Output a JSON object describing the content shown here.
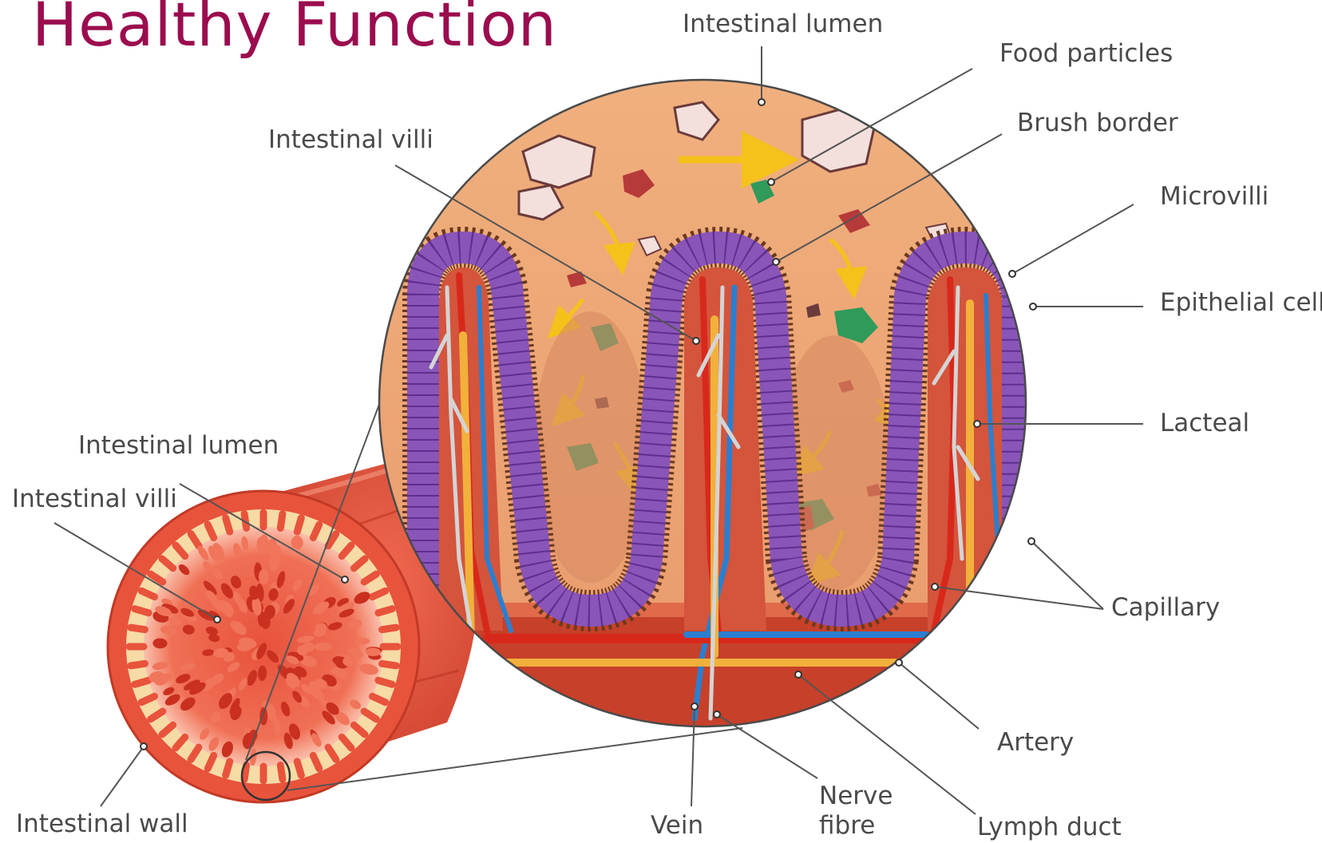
{
  "title": "Healthy Function",
  "labels": {
    "intestinal_lumen_top": "Intestinal lumen",
    "food_particles": "Food particles",
    "brush_border": "Brush border",
    "intestinal_villi_top": "Intestinal villi",
    "microvilli": "Microvilli",
    "epithelial_cell": "Epithelial cell",
    "lacteal": "Lacteal",
    "capillary": "Capillary",
    "artery": "Artery",
    "nerve_fibre_line1": "Nerve",
    "nerve_fibre_line2": "fibre",
    "vein": "Vein",
    "lymph_duct": "Lymph duct",
    "intestinal_lumen_left": "Intestinal lumen",
    "intestinal_villi_left": "Intestinal villi",
    "intestinal_wall": "Intestinal wall"
  },
  "colors": {
    "title": "#9b0c4e",
    "label_text": "#4a4a4a",
    "leader_line": "#555555",
    "lumen_fill": "#f2b384",
    "villus_epithelium": "#8a55b8",
    "brush_border": "#7a4a2a",
    "artery": "#d8281c",
    "vein": "#2a7fd0",
    "lacteal": "#f2b13a",
    "nerve": "#c9c9c9",
    "tube_wall": "#e0503a",
    "tube_inner": "#f6dba6",
    "flow_arrow": "#f4c21a",
    "food_green": "#2f9a5a",
    "food_red": "#b63a3a"
  }
}
